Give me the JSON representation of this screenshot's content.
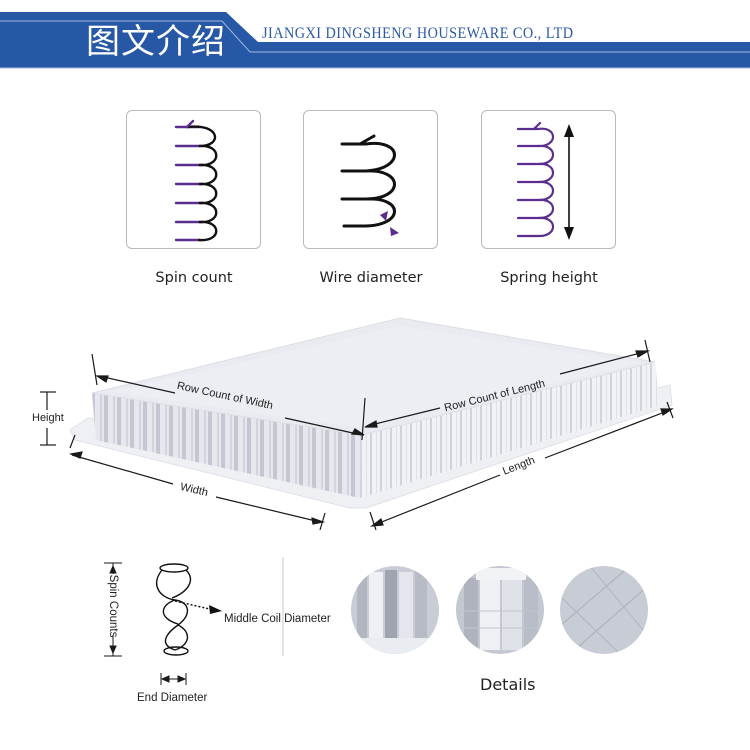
{
  "header": {
    "title": "图文介绍",
    "company": "JIANGXI DINGSHENG HOUSEWARE CO., LTD",
    "brand_color": "#2758a5"
  },
  "spring_parameters": [
    {
      "label": "Spin count",
      "icon": "purple-spring-coil-icon"
    },
    {
      "label": "Wire diameter",
      "icon": "black-spring-wire-diameter-icon"
    },
    {
      "label": "Spring height",
      "icon": "purple-spring-height-arrow-icon"
    }
  ],
  "mattress_diagram": {
    "labels": {
      "height": "Height",
      "width": "Width",
      "length": "Length",
      "row_count_width": "Row Count of Width",
      "row_count_length": "Row Count of Length"
    }
  },
  "coil_diagram": {
    "spin_counts": "Spin Counts",
    "middle_coil_diameter": "Middle Coil Diameter",
    "end_diameter": "End Diameter"
  },
  "details": {
    "label": "Details",
    "images": [
      "pocket-spring-closeup-1",
      "pocket-spring-closeup-2",
      "nonwoven-fabric-closeup"
    ]
  },
  "colors": {
    "accent_purple": "#5a2d8e",
    "line_black": "#1a1a1a",
    "box_border": "#b9b9b9"
  }
}
